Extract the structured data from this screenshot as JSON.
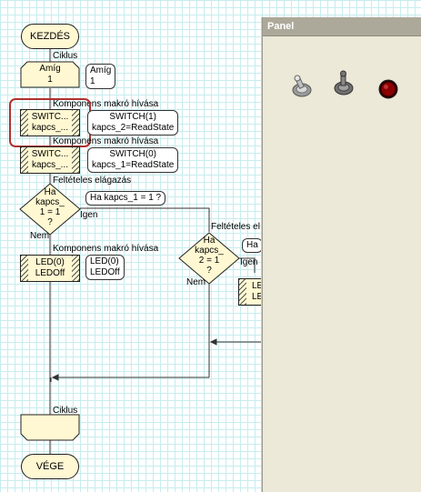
{
  "flowchart": {
    "start_label": "KEZDÉS",
    "end_label": "VÉGE",
    "loop_top_caption": "Ciklus",
    "loop_block_label": "Amíg\n1",
    "loop_callout": "Amíg\n1",
    "loop_bottom_caption": "Ciklus",
    "macro1_caption": "Komponens makró hívása",
    "macro1_block": "SWITC...\nkapcs_...",
    "macro1_callout": "SWITCH(1)\nkapcs_2=ReadState",
    "macro2_caption": "Komponens makró hívása",
    "macro2_block": "SWITC...\nkapcs_...",
    "macro2_callout": "SWITCH(0)\nkapcs_1=ReadState",
    "decision1_caption": "Feltételes elágazás",
    "decision1_label": "Ha\nkapcs_\n1 = 1\n?",
    "decision1_callout": "Ha kapcs_1 = 1 ?",
    "decision1_yes": "Igen",
    "decision1_no": "Nem",
    "macro3_caption": "Komponens makró hívása",
    "macro3_block": "LED(0)\nLEDOff",
    "macro3_callout": "LED(0)\nLEDOff",
    "decision2_caption": "Feltételes el",
    "decision2_label": "Ha\nkapcs_\n2 = 1\n?",
    "decision2_callout": "Ha",
    "decision2_yes": "Igen",
    "decision2_no": "Nem",
    "macro4_block": "LED\nLED"
  },
  "panel": {
    "title": "Panel",
    "components": [
      {
        "name": "switch-1",
        "icon": "toggle-switch-icon"
      },
      {
        "name": "switch-2",
        "icon": "toggle-switch-icon"
      },
      {
        "name": "led",
        "icon": "led-icon",
        "color": "#8b0000"
      }
    ]
  },
  "colors": {
    "block_fill": "#fff8d2",
    "grid": "#c8ecee",
    "selection": "#b03030",
    "panel_bg": "#ece9d8"
  }
}
